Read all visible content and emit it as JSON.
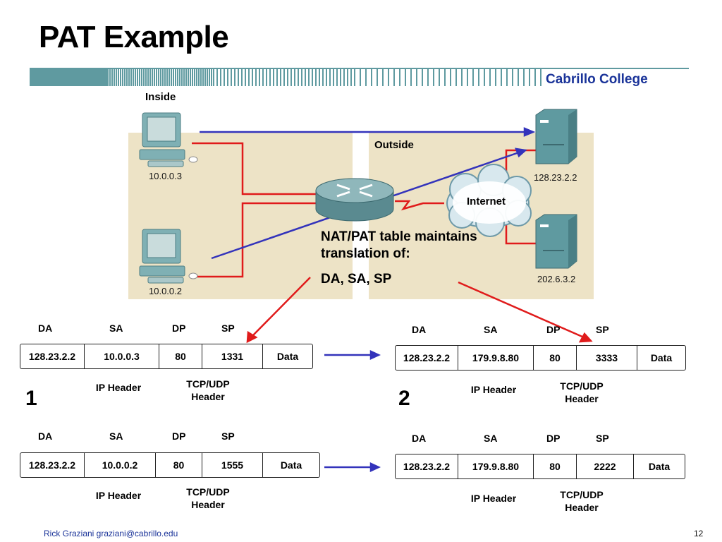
{
  "title": "PAT Example",
  "college": "Cabrillo College",
  "zones": {
    "inside": "Inside",
    "outside": "Outside"
  },
  "hosts": {
    "host_top": "10.0.0.3",
    "host_bottom": "10.0.0.2"
  },
  "servers": {
    "server_top": "128.23.2.2",
    "server_bottom": "202.6.3.2"
  },
  "internet": "Internet",
  "note": {
    "line1": "NAT/PAT table maintains translation of:",
    "line2": "DA, SA, SP"
  },
  "headers": {
    "da": "DA",
    "sa": "SA",
    "dp": "DP",
    "sp": "SP"
  },
  "packets": [
    {
      "cells": [
        "128.23.2.2",
        "10.0.0.3",
        "80",
        "1331",
        "Data"
      ]
    },
    {
      "cells": [
        "128.23.2.2",
        "179.9.8.80",
        "80",
        "3333",
        "Data"
      ]
    },
    {
      "cells": [
        "128.23.2.2",
        "10.0.0.2",
        "80",
        "1555",
        "Data"
      ]
    },
    {
      "cells": [
        "128.23.2.2",
        "179.9.8.80",
        "80",
        "2222",
        "Data"
      ]
    }
  ],
  "captions": {
    "ip": "IP Header",
    "tcp": "TCP/UDP Header"
  },
  "numbers": {
    "one": "1",
    "two": "2"
  },
  "footer": {
    "author": "Rick Graziani  graziani@cabrillo.edu",
    "page": "12"
  },
  "colors": {
    "accent": "#1a3399",
    "wire": "#e01b1b",
    "flow": "#3333bb",
    "zone": "#ede3c6",
    "teal": "#5f9aa0"
  }
}
